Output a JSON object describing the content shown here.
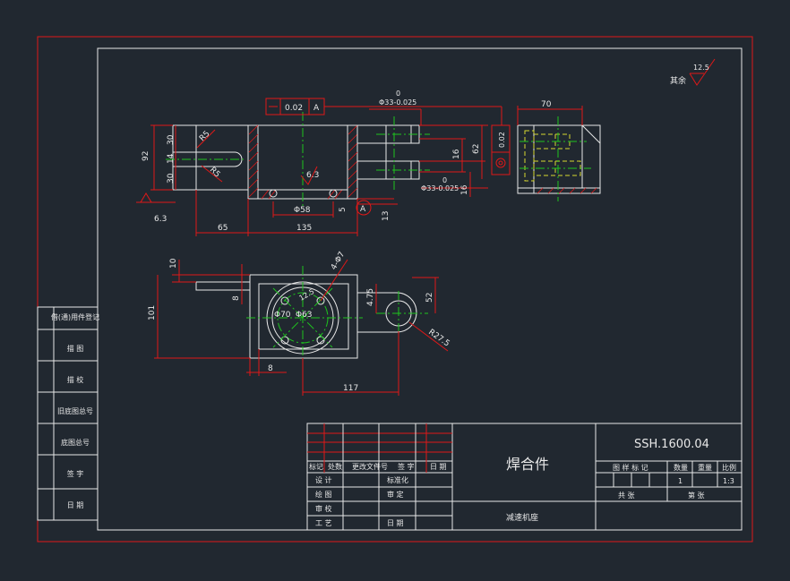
{
  "surface_finish": {
    "label": "其余",
    "value": "12.5"
  },
  "left_column": [
    "借(通)用件登记",
    "描  图",
    "描  校",
    "旧底图总号",
    "底图总号",
    "签  字",
    "日  期"
  ],
  "title_block": {
    "part_name": "焊合件",
    "drawing_number": "SSH.1600.04",
    "assembly": "减速机座",
    "rev_headers": [
      "标记",
      "处数",
      "更改文件号",
      "签  字",
      "日  期"
    ],
    "rows": [
      "设  计",
      "绘  图",
      "审  校",
      "工  艺"
    ],
    "mid_rows": [
      "标准化",
      "审  定",
      "日  期"
    ],
    "mark_headers": [
      "图 样 标 记",
      "数量",
      "重量",
      "比例"
    ],
    "qty": "1",
    "scale": "1:3",
    "sheet_total": "共    张",
    "sheet_num": "第    张"
  },
  "dims": {
    "flatness": "0.02",
    "datum": "A",
    "dia_top": "Φ33-0.025",
    "dia_top_sup": "0",
    "dia_bot": "Φ33-0.025",
    "dia_bot_sup": "0",
    "d30a": "30",
    "d14": "14",
    "d30b": "30",
    "d92": "92",
    "r5a": "R5",
    "r5b": "R5",
    "s63a": "6.3",
    "s63b": "6.3",
    "d58": "Φ58",
    "d5": "5",
    "d13": "13",
    "d65": "65",
    "d135": "135",
    "d16a": "16",
    "d62": "62",
    "d16b": "16",
    "d70": "70",
    "d10": "10",
    "d8a": "8",
    "d101": "101",
    "d8b": "8",
    "d117": "117",
    "d4x7": "4-Φ7",
    "d125": "12.5",
    "d475": "4.75",
    "d52": "52",
    "phi70": "Φ70",
    "phi63": "Φ63",
    "r275": "R27.5",
    "perp": "0.02"
  }
}
